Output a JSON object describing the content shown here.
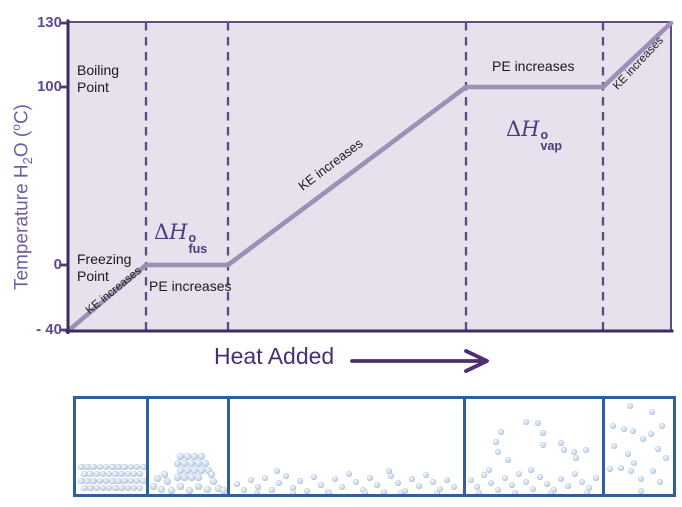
{
  "colors": {
    "plot_fill": "#e6e1ec",
    "plot_border": "#4f3b73",
    "axis_line": "#3f2c5e",
    "dashed_line": "#5c4985",
    "curve_line": "#9c91b5",
    "tick_text": "#5c4a8e",
    "y_label_text": "#6f5fa5",
    "enthalpy_text": "#4f3a7c",
    "heat_text": "#4b2e74",
    "panel_border": "#2f5f9f",
    "sphere_hi": "#f4f8fc",
    "sphere_mid": "#cfdcee",
    "sphere_dark": "#9db7da"
  },
  "labels": {
    "y_label_pre": "Temperature H",
    "y_label_sub": "2",
    "y_label_mid": "O (",
    "y_label_sup": "o",
    "y_label_post": "C)",
    "boiling_point": "Boiling Point",
    "freezing_point": "Freezing Point",
    "ke_solid": "KE increases",
    "pe_fusion": "PE increases",
    "ke_liquid": "KE increases",
    "pe_vaporization": "PE increases",
    "ke_gas": "KE increases",
    "heat_added": "Heat Added",
    "dh_fus_delta": "Δ",
    "dh_fus_h": "H",
    "dh_fus_sup": "o",
    "dh_fus_sub": "fus",
    "dh_vap_delta": "Δ",
    "dh_vap_h": "H",
    "dh_vap_sup": "o",
    "dh_vap_sub": "vap"
  },
  "chart_data": {
    "type": "line",
    "xlabel": "Heat Added",
    "ylabel": "Temperature H2O (°C)",
    "ylim": [
      -40,
      130
    ],
    "yticks": [
      130,
      100,
      0,
      -40
    ],
    "ytick_labels": [
      "130",
      "100",
      "0",
      "- 40"
    ],
    "x_axis_numeric": false,
    "grid": false,
    "legend": "none",
    "series": [
      {
        "name": "heating curve of water",
        "points": [
          {
            "x_frac": 0.0,
            "temp": -40
          },
          {
            "x_frac": 0.129,
            "temp": 0
          },
          {
            "x_frac": 0.265,
            "temp": 0
          },
          {
            "x_frac": 0.66,
            "temp": 100
          },
          {
            "x_frac": 0.887,
            "temp": 100
          },
          {
            "x_frac": 1.0,
            "temp": 130
          }
        ]
      }
    ],
    "dashed_boundaries_x_frac": [
      0.129,
      0.265,
      0.66,
      0.887
    ],
    "segment_annotations": [
      {
        "segment": "solid warming",
        "label": "KE increases"
      },
      {
        "segment": "melting plateau",
        "labels": [
          "ΔH°fus",
          "PE increases"
        ],
        "temp": 0
      },
      {
        "segment": "liquid warming",
        "label": "KE increases"
      },
      {
        "segment": "boiling plateau",
        "labels": [
          "PE increases",
          "ΔH°vap"
        ],
        "temp": 100
      },
      {
        "segment": "gas warming",
        "label": "KE increases"
      }
    ],
    "reference_points": [
      {
        "label": "Boiling Point",
        "temp": 100
      },
      {
        "label": "Freezing Point",
        "temp": 0
      }
    ]
  },
  "panels": [
    {
      "phase": "solid",
      "sphere_d": 6.5,
      "particles": [
        [
          2,
          64.5
        ],
        [
          8.2,
          64.5
        ],
        [
          14.4,
          64.5
        ],
        [
          20.6,
          64.5
        ],
        [
          26.8,
          64.5
        ],
        [
          33,
          64.5
        ],
        [
          39.2,
          64.5
        ],
        [
          45.4,
          64.5
        ],
        [
          51.6,
          64.5
        ],
        [
          57.8,
          64.5
        ],
        [
          64,
          64.5
        ],
        [
          5.1,
          71.5
        ],
        [
          11.3,
          71.5
        ],
        [
          17.5,
          71.5
        ],
        [
          23.7,
          71.5
        ],
        [
          29.9,
          71.5
        ],
        [
          36.1,
          71.5
        ],
        [
          42.3,
          71.5
        ],
        [
          48.5,
          71.5
        ],
        [
          54.7,
          71.5
        ],
        [
          60.9,
          71.5
        ],
        [
          2,
          78.5
        ],
        [
          8.2,
          78.5
        ],
        [
          14.4,
          78.5
        ],
        [
          20.6,
          78.5
        ],
        [
          26.8,
          78.5
        ],
        [
          33,
          78.5
        ],
        [
          39.2,
          78.5
        ],
        [
          45.4,
          78.5
        ],
        [
          51.6,
          78.5
        ],
        [
          57.8,
          78.5
        ],
        [
          64,
          78.5
        ],
        [
          5.1,
          85.5
        ],
        [
          11.3,
          85.5
        ],
        [
          17.5,
          85.5
        ],
        [
          23.7,
          85.5
        ],
        [
          29.9,
          85.5
        ],
        [
          36.1,
          85.5
        ],
        [
          42.3,
          85.5
        ],
        [
          48.5,
          85.5
        ],
        [
          54.7,
          85.5
        ],
        [
          60.9,
          85.5
        ]
      ]
    },
    {
      "phase": "melting",
      "sphere_d": 6.5,
      "particles": [
        [
          28,
          54
        ],
        [
          35,
          54
        ],
        [
          42,
          54
        ],
        [
          49,
          54
        ],
        [
          25,
          61
        ],
        [
          32,
          61
        ],
        [
          39,
          61
        ],
        [
          46,
          61
        ],
        [
          53,
          61
        ],
        [
          28,
          68
        ],
        [
          35,
          68
        ],
        [
          42,
          68
        ],
        [
          49,
          68
        ],
        [
          56,
          68
        ],
        [
          25,
          75
        ],
        [
          32,
          75
        ],
        [
          39,
          75
        ],
        [
          46,
          75
        ],
        [
          5,
          76
        ],
        [
          1,
          84
        ],
        [
          9,
          87
        ],
        [
          15,
          79
        ],
        [
          19,
          88
        ],
        [
          28,
          84
        ],
        [
          37,
          88
        ],
        [
          46,
          84
        ],
        [
          55,
          87
        ],
        [
          61,
          79
        ],
        [
          66,
          86
        ],
        [
          59,
          72
        ],
        [
          71,
          88
        ],
        [
          12,
          72
        ]
      ]
    },
    {
      "phase": "liquid",
      "sphere_d": 6,
      "particles": [
        [
          4,
          82
        ],
        [
          11,
          88
        ],
        [
          18,
          78
        ],
        [
          25,
          85
        ],
        [
          32,
          76
        ],
        [
          39,
          88
        ],
        [
          46,
          81
        ],
        [
          53,
          74
        ],
        [
          60,
          86
        ],
        [
          67,
          79
        ],
        [
          74,
          89
        ],
        [
          81,
          75
        ],
        [
          88,
          83
        ],
        [
          95,
          90
        ],
        [
          102,
          77
        ],
        [
          109,
          85
        ],
        [
          116,
          72
        ],
        [
          123,
          80
        ],
        [
          130,
          88
        ],
        [
          137,
          76
        ],
        [
          144,
          83
        ],
        [
          151,
          90
        ],
        [
          158,
          74
        ],
        [
          165,
          81
        ],
        [
          172,
          89
        ],
        [
          179,
          77
        ],
        [
          186,
          84
        ],
        [
          193,
          73
        ],
        [
          200,
          80
        ],
        [
          207,
          87
        ],
        [
          214,
          78
        ],
        [
          221,
          85
        ],
        [
          24,
          91
        ],
        [
          60,
          91
        ],
        [
          96,
          91
        ],
        [
          132,
          91
        ],
        [
          168,
          91
        ],
        [
          204,
          91
        ],
        [
          44,
          69
        ],
        [
          156,
          69
        ]
      ]
    },
    {
      "phase": "boiling",
      "sphere_d": 6,
      "particles": [
        [
          32,
          30
        ],
        [
          27,
          40
        ],
        [
          29,
          50
        ],
        [
          39,
          58
        ],
        [
          57,
          20
        ],
        [
          69,
          21
        ],
        [
          74,
          31
        ],
        [
          74,
          43
        ],
        [
          92,
          41
        ],
        [
          95,
          48
        ],
        [
          105,
          50
        ],
        [
          117,
          48
        ],
        [
          107,
          56
        ],
        [
          2,
          78
        ],
        [
          8,
          85
        ],
        [
          15,
          73
        ],
        [
          22,
          81
        ],
        [
          29,
          88
        ],
        [
          36,
          76
        ],
        [
          43,
          83
        ],
        [
          50,
          72
        ],
        [
          57,
          80
        ],
        [
          64,
          87
        ],
        [
          71,
          75
        ],
        [
          78,
          82
        ],
        [
          85,
          88
        ],
        [
          92,
          77
        ],
        [
          99,
          84
        ],
        [
          106,
          72
        ],
        [
          113,
          80
        ],
        [
          120,
          86
        ],
        [
          127,
          76
        ],
        [
          10,
          91
        ],
        [
          46,
          91
        ],
        [
          82,
          91
        ],
        [
          118,
          91
        ],
        [
          62,
          68
        ],
        [
          20,
          68
        ]
      ]
    },
    {
      "phase": "gas",
      "sphere_d": 6,
      "particles": [
        [
          22,
          4
        ],
        [
          44,
          10
        ],
        [
          5,
          24
        ],
        [
          16,
          27
        ],
        [
          25,
          29
        ],
        [
          35,
          37
        ],
        [
          50,
          47
        ],
        [
          6,
          44
        ],
        [
          20,
          52
        ],
        [
          26,
          61
        ],
        [
          45,
          69
        ],
        [
          33,
          77
        ],
        [
          23,
          69
        ],
        [
          13,
          66
        ],
        [
          2,
          67
        ],
        [
          33,
          89
        ],
        [
          54,
          24
        ],
        [
          58,
          56
        ],
        [
          43,
          32
        ],
        [
          52,
          80
        ]
      ]
    }
  ]
}
